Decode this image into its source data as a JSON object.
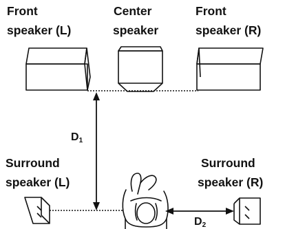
{
  "labels": {
    "front_left": [
      "Front",
      "speaker (L)"
    ],
    "center": [
      "Center",
      "speaker"
    ],
    "front_right": [
      "Front",
      "speaker (R)"
    ],
    "surround_left": [
      "Surround",
      "speaker (L)"
    ],
    "surround_right": [
      "Surround",
      "speaker (R)"
    ]
  },
  "dimensions": {
    "d1": {
      "main": "D",
      "sub": "1"
    },
    "d2": {
      "main": "D",
      "sub": "2"
    }
  },
  "colors": {
    "ink": "#111111",
    "background": "#ffffff"
  }
}
